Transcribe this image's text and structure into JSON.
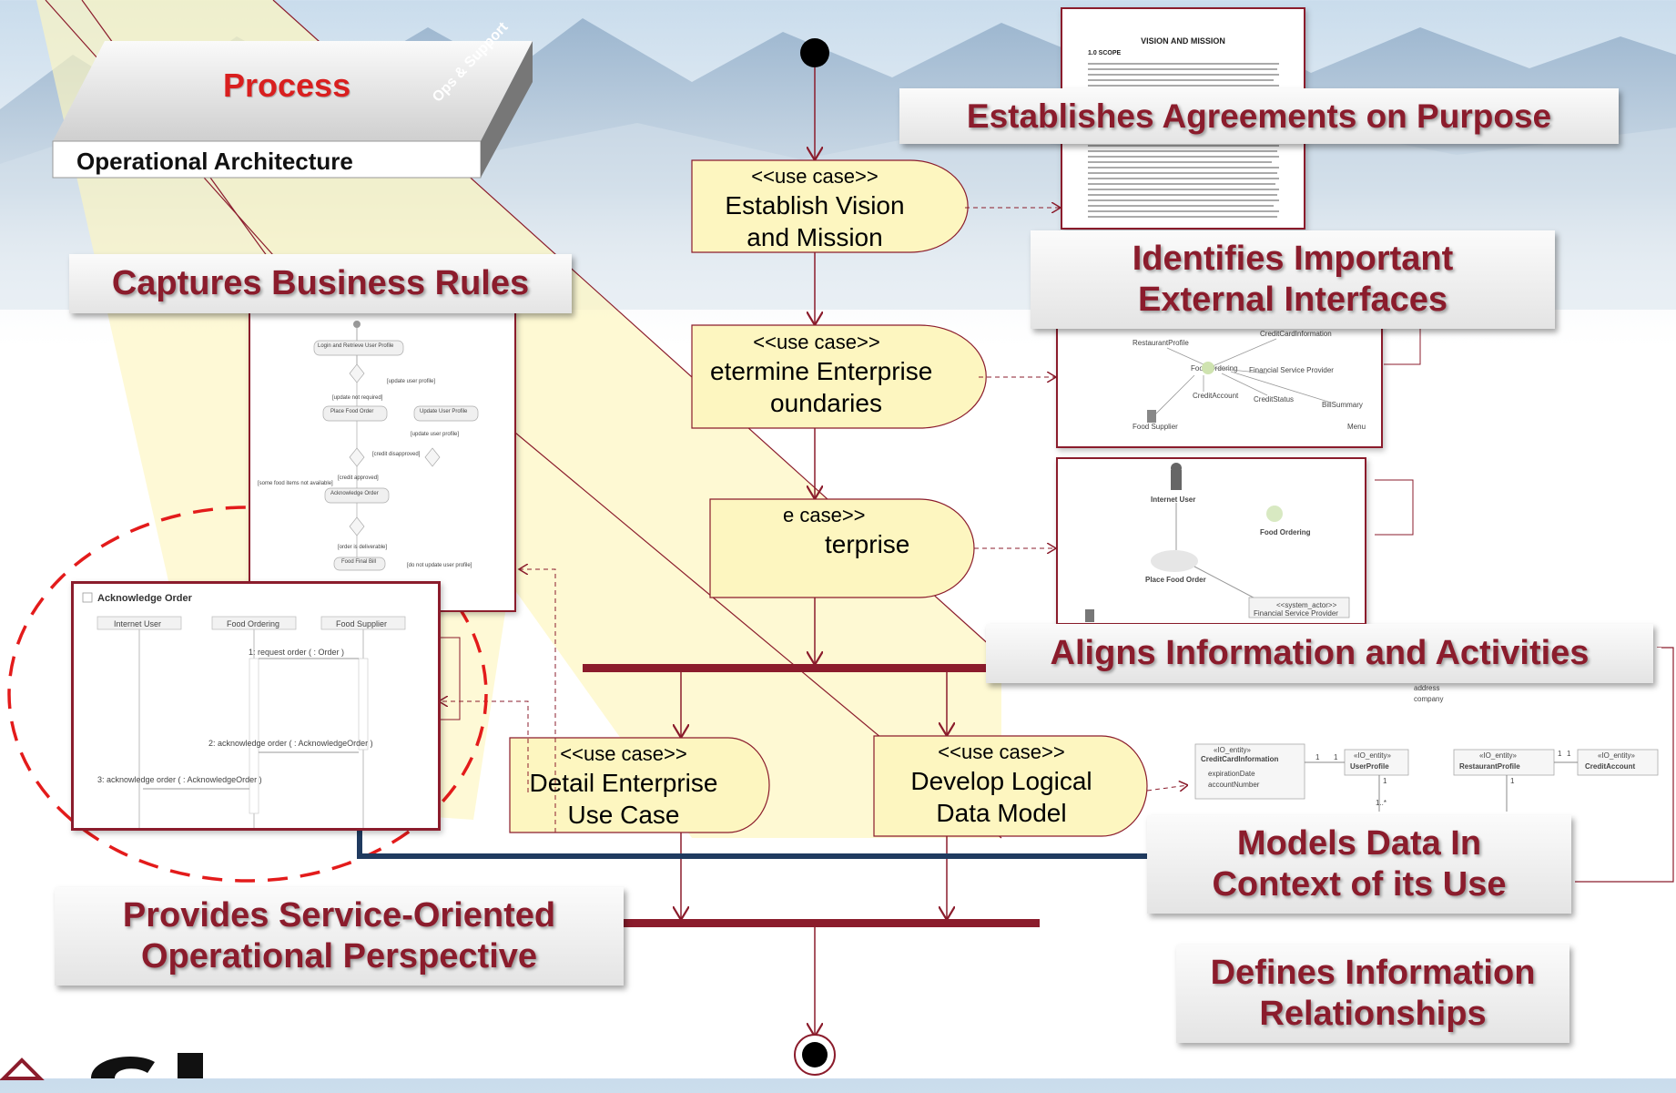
{
  "process_block": {
    "title": "Process",
    "subtitle": "Operational Architecture",
    "side_label": "Ops & Support"
  },
  "callouts": {
    "purpose": "Establishes Agreements on Purpose",
    "interfaces_line1": "Identifies Important",
    "interfaces_line2": "External Interfaces",
    "business_rules": "Captures Business Rules",
    "aligns": "Aligns Information and Activities",
    "models_line1": "Models Data In",
    "models_line2": "Context of its Use",
    "service_line1": "Provides Service-Oriented",
    "service_line2": "Operational Perspective",
    "defines_line1": "Defines Information",
    "defines_line2": "Relationships"
  },
  "use_cases": {
    "stereotype": "<<use case>>",
    "vision_line1": "Establish Vision",
    "vision_line2": "and Mission",
    "boundaries_line1": "etermine Enterprise",
    "boundaries_line2": "oundaries",
    "third_stereotype": "e case>>",
    "third_line1": "terprise",
    "detail_line1": "Detail Enterprise",
    "detail_line2": "Use Case",
    "logical_line1": "Develop Logical",
    "logical_line2": "Data Model"
  },
  "doc_thumb": {
    "title": "VISION AND MISSION",
    "section": "1.0 SCOPE"
  },
  "context_thumb": {
    "labels": [
      "RestaurantProfile",
      "CreditCardInformation",
      "Food Ordering",
      "Financial Service Provider",
      "CreditAccount",
      "CreditStatus",
      "BillSummary",
      "Food Supplier",
      "Menu"
    ]
  },
  "usecase_thumb": {
    "labels": [
      "Internet User",
      "Food Ordering",
      "Place Food Order",
      "<<system_actor>>",
      "Financial Service Provider"
    ]
  },
  "activity_thumb": {
    "labels": [
      "Login and Retrieve User Profile",
      "[update user profile]",
      "[update not required]",
      "Place Food Order",
      "Update User Profile",
      "[update user profile]",
      "[credit disapproved]",
      "[credit approved]",
      "[some food items not available]",
      "Acknowledge Order",
      "[order is deliverable]",
      "Food Final Bill",
      "[do not update user profile]"
    ]
  },
  "sequence_thumb": {
    "title": "Acknowledge Order",
    "lifelines": [
      "Internet User",
      "Food Ordering",
      "Food Supplier"
    ],
    "messages": [
      "1: request order ( : Order )",
      "2: acknowledge order ( : AcknowledgeOrder )",
      "3: acknowledge order ( : AcknowledgeOrder )"
    ]
  },
  "class_thumb": {
    "attrs": [
      "address",
      "company",
      "expirationDate",
      "accountNumber"
    ],
    "stereotype": "«IO_entity»",
    "classes": [
      "CreditCardInformation",
      "UserProfile",
      "RestaurantProfile",
      "CreditAccount"
    ],
    "mults": [
      "1",
      "1",
      "1",
      "1",
      "1..*",
      "1",
      "1"
    ]
  },
  "colors": {
    "accent": "#8b1c2c",
    "fill": "#fdf6c0",
    "arrow_blue": "#1f3a5f",
    "dash_red": "#e31b1b"
  }
}
